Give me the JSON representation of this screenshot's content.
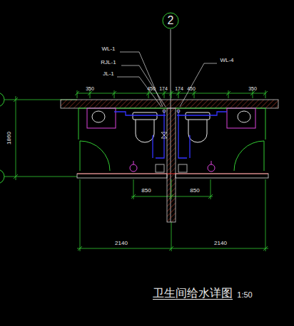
{
  "diagram": {
    "title": "卫生间给水详图",
    "nodes": [
      {
        "text": [
          "2"
        ]
      }
    ],
    "labels": [
      "WL-1",
      "RJL-1",
      "JL-1",
      "WL-4",
      "350",
      "450",
      "174",
      "174",
      "450",
      "350",
      "1860",
      "850",
      "850",
      "2140",
      "2140",
      "1:50"
    ]
  }
}
